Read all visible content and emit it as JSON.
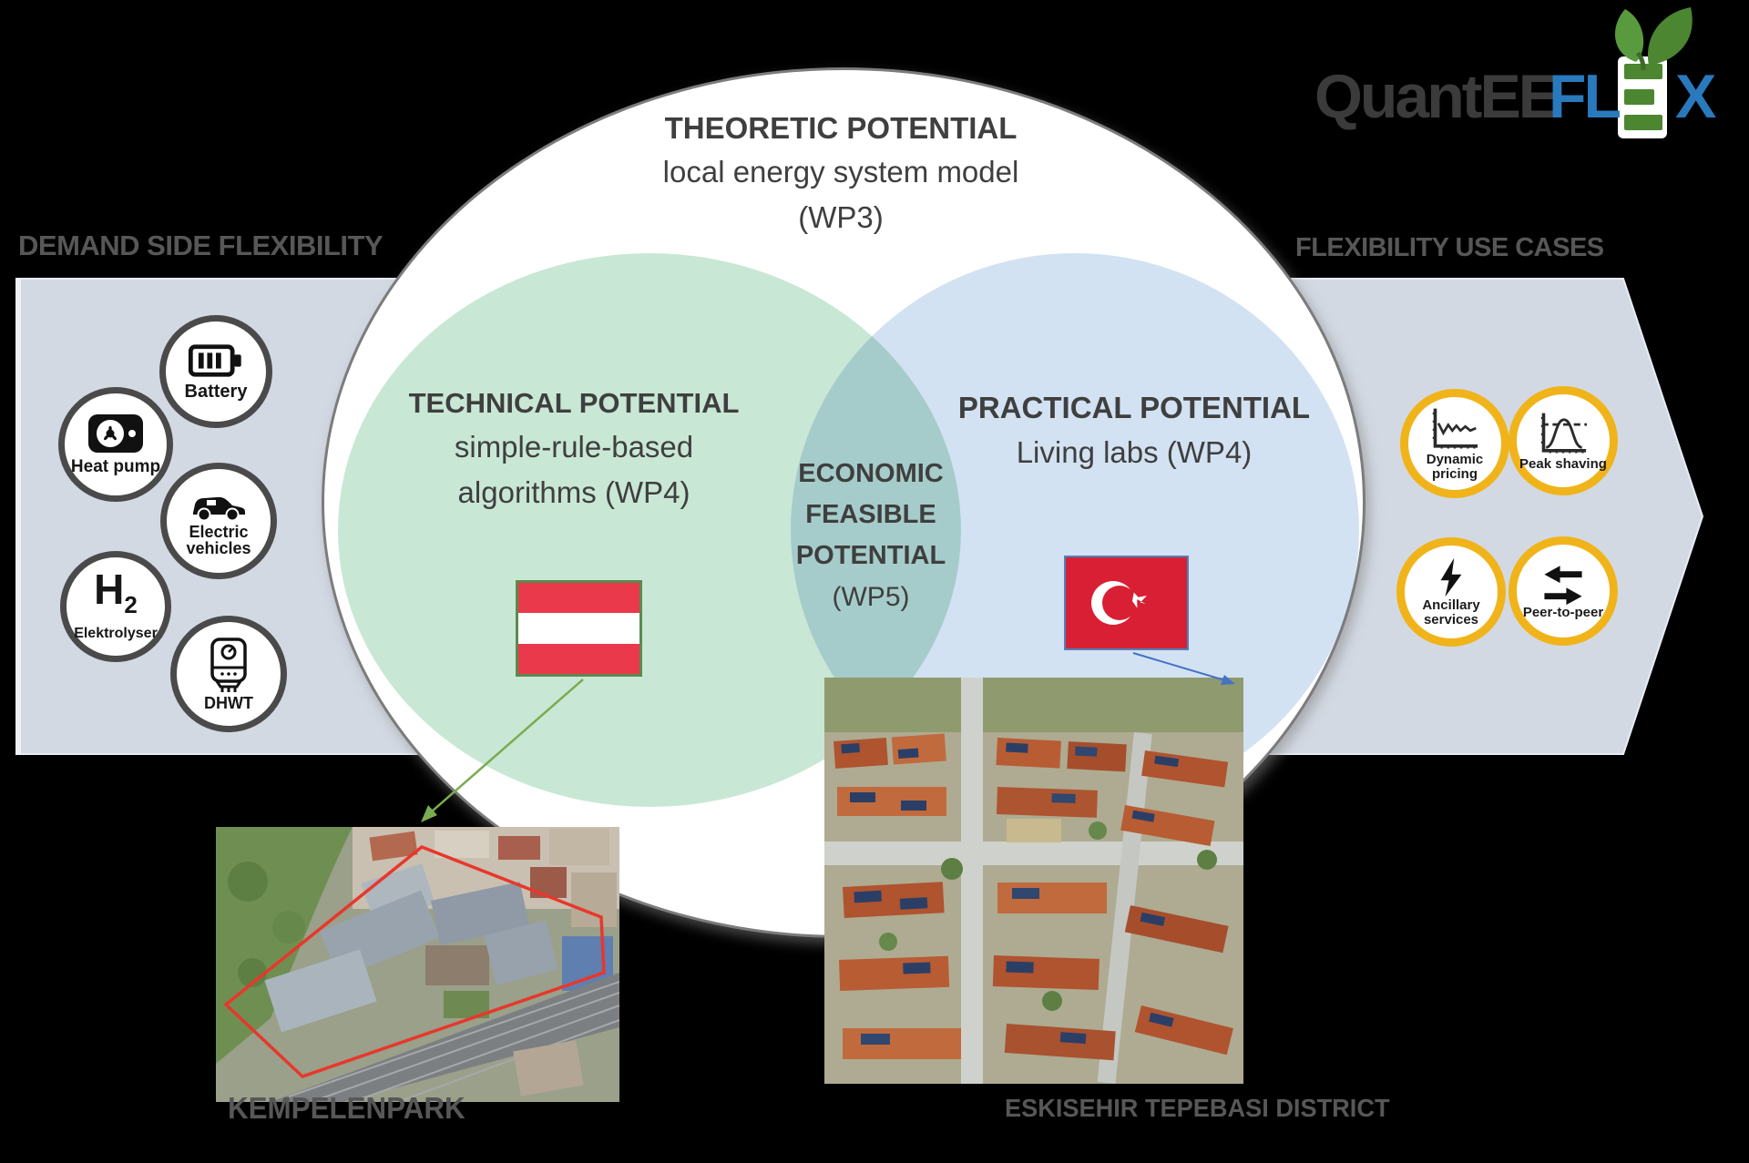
{
  "logo": {
    "part1": "Quant",
    "part2": "EE",
    "part3": "FL",
    "part4": "X"
  },
  "left_section": {
    "label": "DEMAND SIDE FLEXIBILITY",
    "items": [
      {
        "label": "Battery",
        "icon": "battery-icon"
      },
      {
        "label": "Heat pump",
        "icon": "heat-pump-icon"
      },
      {
        "label": "Electric vehicles",
        "icon": "electric-vehicle-icon"
      },
      {
        "symbol": "H",
        "subscript": "2",
        "label": "Elektrolyser",
        "icon": "hydrogen-text"
      },
      {
        "label": "DHWT",
        "icon": "water-heater-icon"
      }
    ]
  },
  "right_section": {
    "label": "FLEXIBILITY USE CASES",
    "items": [
      {
        "label": "Dynamic pricing",
        "icon": "price-curve-icon"
      },
      {
        "label": "Peak shaving",
        "icon": "peak-curve-icon"
      },
      {
        "label": "Ancillary services",
        "icon": "lightning-icon"
      },
      {
        "label": "Peer-to-peer",
        "icon": "exchange-arrows-icon"
      }
    ]
  },
  "venn": {
    "outer_title": "THEORETIC POTENTIAL",
    "outer_line2": "local energy system model",
    "outer_line3": "(WP3)",
    "left_title": "TECHNICAL POTENTIAL",
    "left_line2": "simple-rule-based",
    "left_line3": "algorithms (WP4)",
    "center_line1": "ECONOMIC",
    "center_line2": "FEASIBLE",
    "center_line3": "POTENTIAL",
    "center_line4": "(WP5)",
    "right_title": "PRACTICAL POTENTIAL",
    "right_line2": "Living labs (WP4)"
  },
  "sites": [
    {
      "caption": "KEMPELENPARK",
      "flag": "austria-flag"
    },
    {
      "caption": "ESKISEHIR TEPEBASI DISTRICT",
      "flag": "turkey-flag"
    }
  ],
  "colors": {
    "band": "#d3d9e3",
    "green_circle": "#c9e7d5",
    "blue_circle": "#d2e2f2",
    "overlap_teal": "#a7d0c9",
    "gold_ring": "#f0b41a",
    "dark_ring": "#4a4a4a",
    "text_gray": "#575757",
    "austria_red": "#e9394b",
    "turkey_red": "#d81f33",
    "logo_blue": "#2979bd",
    "logo_green": "#4c8631",
    "connector_green": "#7aac51",
    "connector_blue": "#4472c4"
  }
}
